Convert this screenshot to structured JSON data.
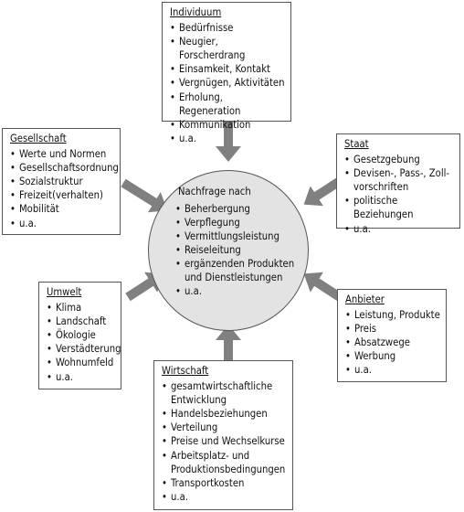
{
  "center": {
    "title": "Nachfrage nach",
    "items": [
      "Beherbergung",
      "Verpflegung",
      "Vermittlungsleistung",
      "Reiseleitung",
      "ergänzenden Produkten und Dienstleistungen",
      "u.a."
    ]
  },
  "individuum": {
    "title": "Individuum",
    "items": [
      "Bedürfnisse",
      "Neugier, Forscherdrang",
      "Einsamkeit, Kontakt",
      "Vergnügen, Aktivitäten",
      "Erholung, Regeneration",
      "Kommunikation",
      "u.a."
    ]
  },
  "gesellschaft": {
    "title": "Gesellschaft",
    "items": [
      "Werte und Normen",
      "Gesellschaftsordnung",
      "Sozialstruktur",
      "Freizeit(verhalten)",
      "Mobilität",
      "u.a."
    ]
  },
  "staat": {
    "title": "Staat",
    "items": [
      "Gesetzgebung",
      "Devisen-, Pass-, Zoll-vorschriften",
      "politische Beziehungen",
      "u.a."
    ]
  },
  "umwelt": {
    "title": "Umwelt",
    "items": [
      "Klima",
      "Landschaft",
      "Ökologie",
      "Verstädterung",
      "Wohnumfeld",
      "u.a."
    ]
  },
  "anbieter": {
    "title": "Anbieter",
    "items": [
      "Leistung, Produkte",
      "Preis",
      "Absatzwege",
      "Werbung",
      "u.a."
    ]
  },
  "wirtschaft": {
    "title": "Wirtschaft",
    "items": [
      "gesamtwirtschaftliche Entwicklung",
      "Handelsbeziehungen",
      "Verteilung",
      "Preise und Wechselkurse",
      "Arbeitsplatz- und Produktionsbedingungen",
      "Transportkosten",
      "u.a."
    ]
  }
}
